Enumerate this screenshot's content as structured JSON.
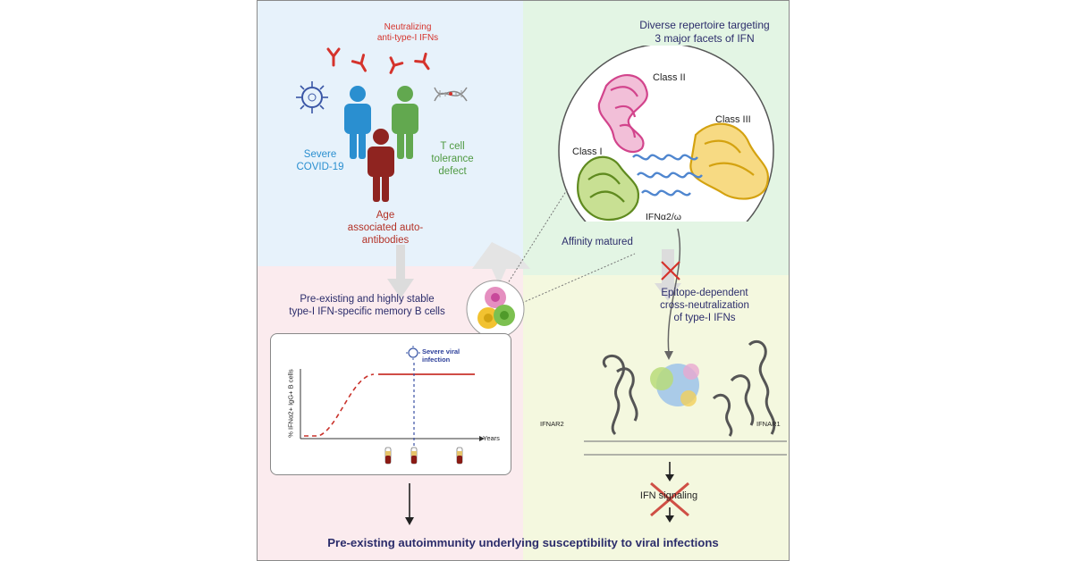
{
  "top_left": {
    "neutralizing": "Neutralizing\nanti-type-I IFNs",
    "severe_covid": "Severe\nCOVID-19",
    "t_cell": "T cell\ntolerance\ndefect",
    "age": "Age\nassociated auto-\nantibodies"
  },
  "top_right": {
    "title": "Diverse repertoire targeting\n3 major facets of IFN",
    "class_ii": "Class II",
    "class_iii": "Class III",
    "class_i": "Class I",
    "ifn": "IFNα2/ω",
    "affinity": "Affinity matured"
  },
  "bottom_left": {
    "title": "Pre-existing and highly stable\ntype-I IFN-specific memory B cells",
    "ylabel": "% IFNα2+ IgG+ B cells",
    "xlabel": "Years",
    "annotation": "Severe viral\ninfection"
  },
  "bottom_right": {
    "title": "Epitope-dependent\ncross-neutralization\nof type-I IFNs",
    "ifnar2": "IFNAR2",
    "ifnar1": "IFNAR1",
    "signaling": "IFN signaling"
  },
  "footer": "Pre-existing autoimmunity underlying susceptibility to viral infections",
  "colors": {
    "navy": "#2c2d6b",
    "red": "#d5332c",
    "blue_person": "#2a8fd0",
    "green_person": "#62a84f",
    "darkred_person": "#8f2420"
  }
}
